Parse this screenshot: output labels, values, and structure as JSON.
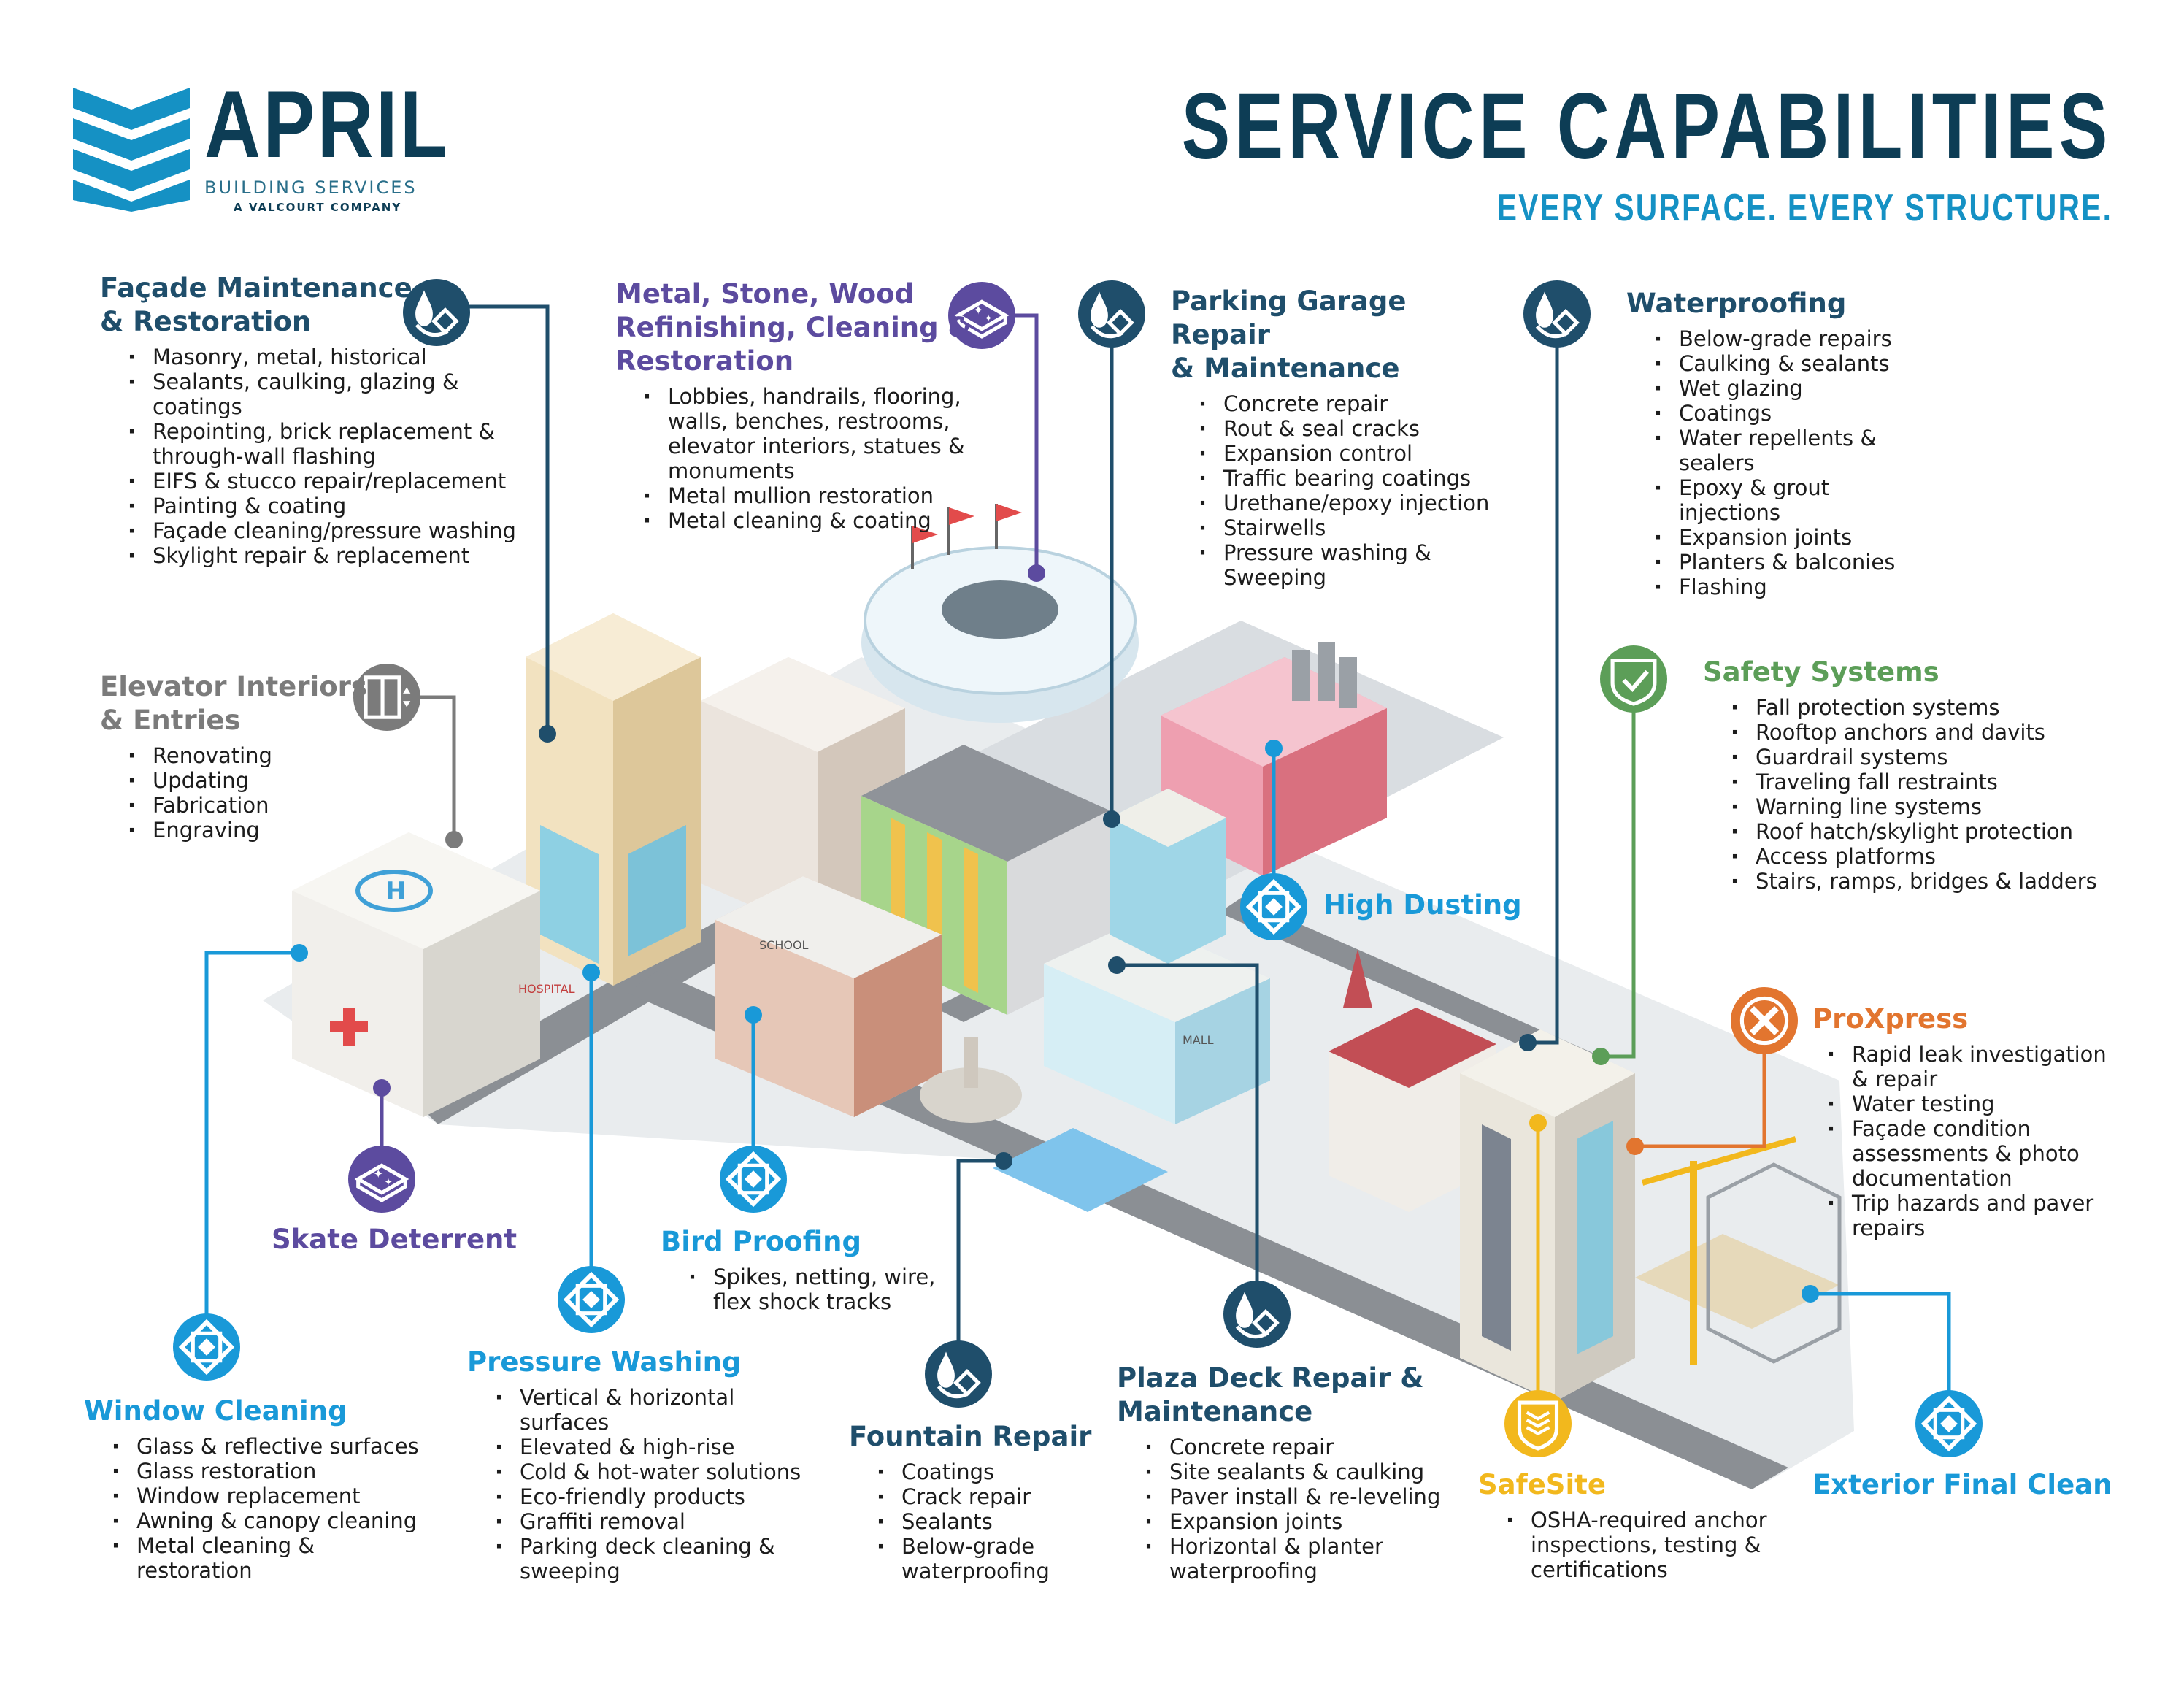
{
  "brand": {
    "name": "APRIL",
    "subtitle": "BUILDING SERVICES",
    "parent": "A VALCOURT COMPANY"
  },
  "header": {
    "title": "SERVICE CAPABILITIES",
    "tagline": "EVERY SURFACE. EVERY STRUCTURE."
  },
  "colors": {
    "navy": "#1f4e6b",
    "purple": "#5c4b9f",
    "gray": "#7b7b7b",
    "blue": "#1999d8",
    "green": "#5c9e58",
    "orange": "#e2752f",
    "yellow": "#f2b81d"
  },
  "illustration_labels": {
    "hospital": "HOSPITAL",
    "school": "SCHOOL",
    "mall": "MALL"
  },
  "services": {
    "facade": {
      "title_1": "Façade Maintenance",
      "title_2": "& Restoration",
      "icon": "water-drop-diamond-icon",
      "items": [
        "Masonry, metal, historical",
        "Sealants, caulking, glazing & coatings",
        "Repointing, brick replacement & through-wall flashing",
        "EIFS & stucco repair/replacement",
        "Painting & coating",
        "Façade cleaning/pressure washing",
        "Skylight repair & replacement"
      ]
    },
    "metal_stone": {
      "title_1": "Metal, Stone, Wood",
      "title_2": "Refinishing, Cleaning &",
      "title_3": "Restoration",
      "icon": "sparkle-slab-icon",
      "items": [
        "Lobbies, handrails, flooring, walls, benches, restrooms, elevator interiors, statues & monuments",
        "Metal mullion restoration",
        "Metal cleaning & coating"
      ]
    },
    "parking": {
      "title_1": "Parking Garage Repair",
      "title_2": "& Maintenance",
      "icon": "water-drop-diamond-icon",
      "items": [
        "Concrete repair",
        "Rout & seal cracks",
        "Expansion control",
        "Traffic bearing coatings",
        "Urethane/epoxy injection",
        "Stairwells",
        "Pressure washing & Sweeping"
      ]
    },
    "waterproofing": {
      "title_1": "Waterproofing",
      "icon": "water-drop-diamond-icon",
      "items": [
        "Below-grade repairs",
        "Caulking & sealants",
        "Wet glazing",
        "Coatings",
        "Water repellents & sealers",
        "Epoxy & grout injections",
        "Expansion joints",
        "Planters & balconies",
        "Flashing"
      ]
    },
    "elevator": {
      "title_1": "Elevator Interiors",
      "title_2": "& Entries",
      "icon": "elevator-icon",
      "items": [
        "Renovating",
        "Updating",
        "Fabrication",
        "Engraving"
      ]
    },
    "safety": {
      "title_1": "Safety Systems",
      "icon": "shield-check-icon",
      "items": [
        "Fall protection systems",
        "Rooftop anchors and davits",
        "Guardrail systems",
        "Traveling fall restraints",
        "Warning line systems",
        "Roof hatch/skylight protection",
        "Access platforms",
        "Stairs, ramps, bridges & ladders"
      ]
    },
    "high_dusting": {
      "title_1": "High Dusting",
      "icon": "diamond-frame-icon"
    },
    "proxpress": {
      "title_1": "ProXpress",
      "icon": "x-circle-icon",
      "items": [
        "Rapid leak investigation & repair",
        "Water testing",
        "Façade condition assessments & photo documentation",
        "Trip hazards and paver repairs"
      ]
    },
    "skate": {
      "title_1": "Skate Deterrent",
      "icon": "sparkle-slab-icon"
    },
    "bird": {
      "title_1": "Bird Proofing",
      "icon": "diamond-frame-icon",
      "items": [
        "Spikes, netting, wire, flex shock tracks"
      ]
    },
    "window": {
      "title_1": "Window Cleaning",
      "icon": "diamond-frame-icon",
      "items": [
        "Glass & reflective surfaces",
        "Glass restoration",
        "Window replacement",
        "Awning & canopy cleaning",
        "Metal cleaning & restoration"
      ]
    },
    "pressure": {
      "title_1": "Pressure Washing",
      "icon": "diamond-frame-icon",
      "items": [
        "Vertical & horizontal surfaces",
        "Elevated & high-rise",
        "Cold & hot-water solutions",
        "Eco-friendly products",
        "Graffiti removal",
        "Parking deck cleaning & sweeping"
      ]
    },
    "fountain": {
      "title_1": "Fountain Repair",
      "icon": "water-drop-diamond-icon",
      "items": [
        "Coatings",
        "Crack repair",
        "Sealants",
        "Below-grade waterproofing"
      ]
    },
    "plaza": {
      "title_1": "Plaza Deck Repair &",
      "title_2": "Maintenance",
      "icon": "water-drop-diamond-icon",
      "items": [
        "Concrete repair",
        "Site sealants & caulking",
        "Paver install & re-leveling",
        "Expansion joints",
        "Horizontal & planter waterproofing"
      ]
    },
    "safesite": {
      "title_1": "SafeSite",
      "icon": "layered-shield-icon",
      "items": [
        "OSHA-required anchor inspections, testing & certifications"
      ]
    },
    "exterior": {
      "title_1": "Exterior Final Clean",
      "icon": "diamond-frame-icon"
    }
  }
}
